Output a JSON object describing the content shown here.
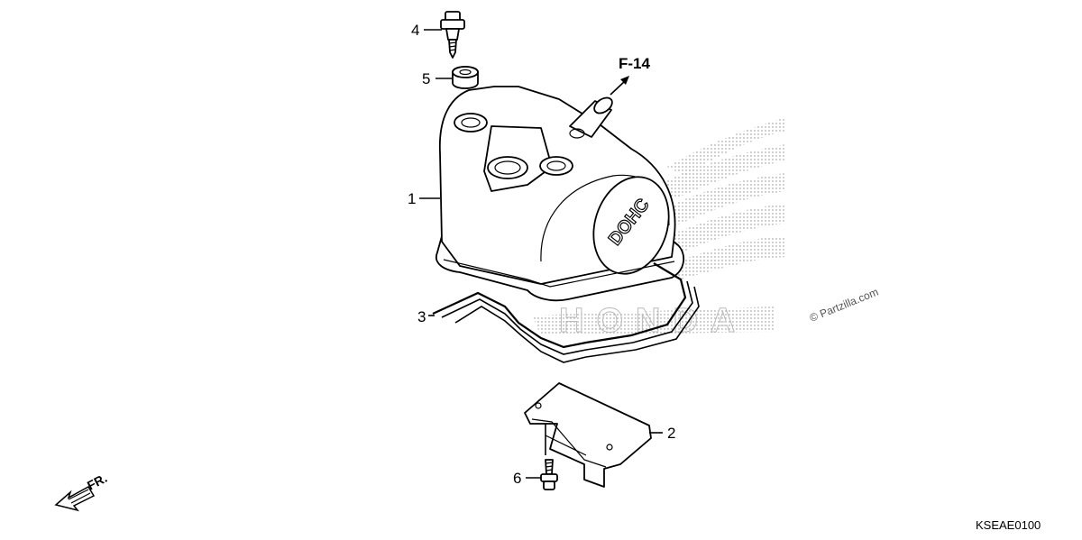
{
  "callouts": {
    "c1": "1",
    "c2": "2",
    "c3": "3",
    "c4": "4",
    "c5": "5",
    "c6": "6"
  },
  "reference": "F-14",
  "front_marker": "FR.",
  "diagram_code": "KSEAE0100",
  "watermark": "© Partzilla.com",
  "cover_emblem": "DOHC",
  "background_brand": "HONDA"
}
